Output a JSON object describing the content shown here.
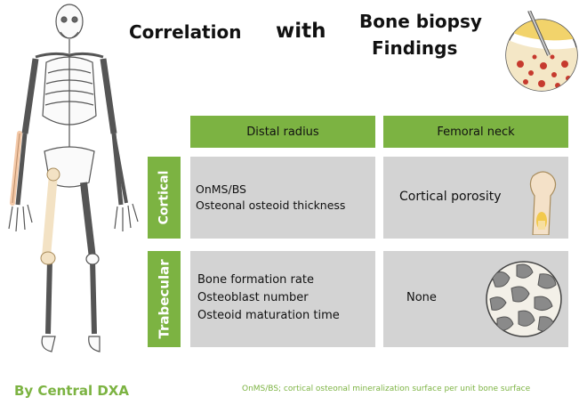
{
  "title": {
    "part1": "Correlation",
    "part2": "with",
    "part3_line1": "Bone biopsy",
    "part3_line2": "Findings"
  },
  "table": {
    "col_headers": [
      "Distal radius",
      "Femoral neck"
    ],
    "row_headers": [
      "Cortical",
      "Trabecular"
    ],
    "cells": {
      "cortical_radius": [
        "OnMS/BS",
        "Osteonal osteoid thickness"
      ],
      "cortical_femoral": "Cortical porosity",
      "trabecular_radius": [
        "Bone formation rate",
        "Osteoblast number",
        "Osteoid maturation time"
      ],
      "trabecular_femoral": "None"
    }
  },
  "footer": {
    "credit": "By Central DXA",
    "note": "OnMS/BS; cortical osteonal mineralization surface per unit bone surface"
  },
  "colors": {
    "accent_green": "#7cb342",
    "cell_gray": "#d3d3d3",
    "highlight_bone": "#f4c9a8",
    "femur_bone": "#f3e2c4"
  },
  "icons": [
    "skeleton-illustration",
    "bone-biopsy-icon",
    "femoral-neck-bone-icon",
    "trabecular-bone-icon"
  ]
}
